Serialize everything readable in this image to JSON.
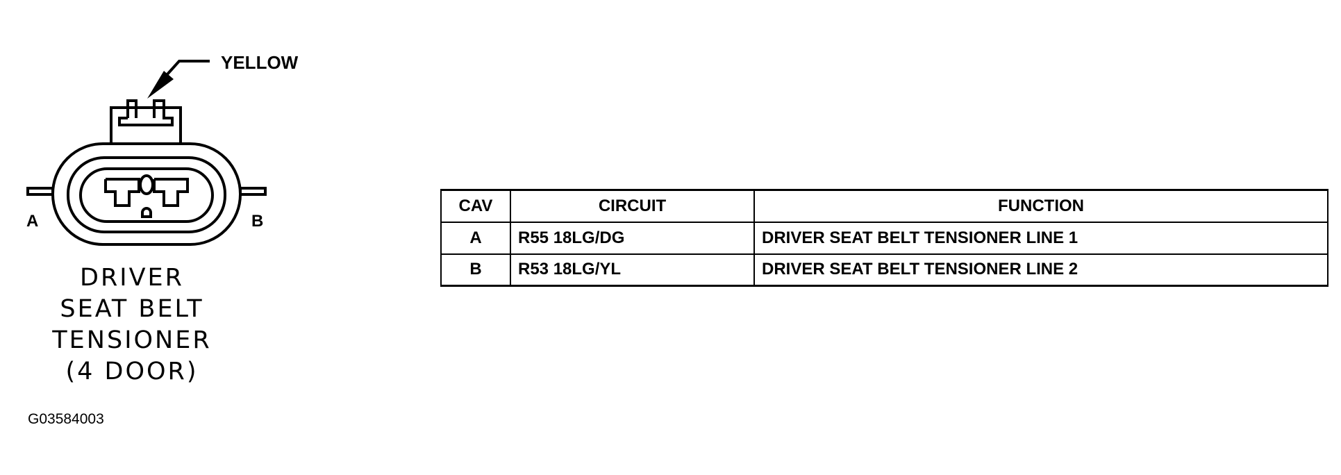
{
  "connector": {
    "wire_color_label": "YELLOW",
    "cavity_a_label": "A",
    "cavity_b_label": "B",
    "title_lines": [
      "DRIVER",
      "SEAT BELT",
      "TENSIONER",
      "(4 DOOR)"
    ]
  },
  "figure_id": "G03584003",
  "pinout_table": {
    "headers": [
      "CAV",
      "CIRCUIT",
      "FUNCTION"
    ],
    "rows": [
      [
        "A",
        "R55 18LG/DG",
        "DRIVER SEAT BELT TENSIONER LINE 1"
      ],
      [
        "B",
        "R53 18LG/YL",
        "DRIVER SEAT BELT TENSIONER LINE 2"
      ]
    ]
  }
}
